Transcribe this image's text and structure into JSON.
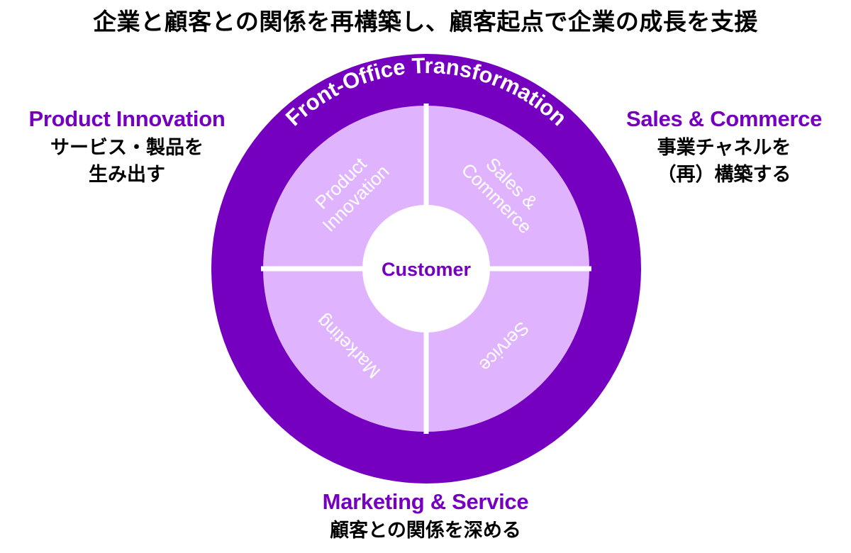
{
  "title": "企業と顧客との関係を再構築し、顧客起点で企業の成長を支援",
  "colors": {
    "accent": "#7500c0",
    "segment": "#e0b3ff",
    "divider": "#ffffff",
    "center": "#ffffff"
  },
  "left": {
    "heading": "Product Innovation",
    "lines": [
      "サービス・製品を",
      "生み出す"
    ]
  },
  "right": {
    "heading": "Sales & Commerce",
    "lines": [
      "事業チャネルを",
      "（再）構築する"
    ]
  },
  "bottom": {
    "heading": "Marketing & Service",
    "lines": [
      "顧客との関係を深める"
    ]
  },
  "wheel": {
    "ring_label": "Front-Office Transformation",
    "center_label": "Customer",
    "segments": {
      "top_left": [
        "Product",
        "Innovation"
      ],
      "top_right": [
        "Sales &",
        "Commerce"
      ],
      "bottom_left": [
        "Marketing"
      ],
      "bottom_right": [
        "Service"
      ]
    }
  }
}
